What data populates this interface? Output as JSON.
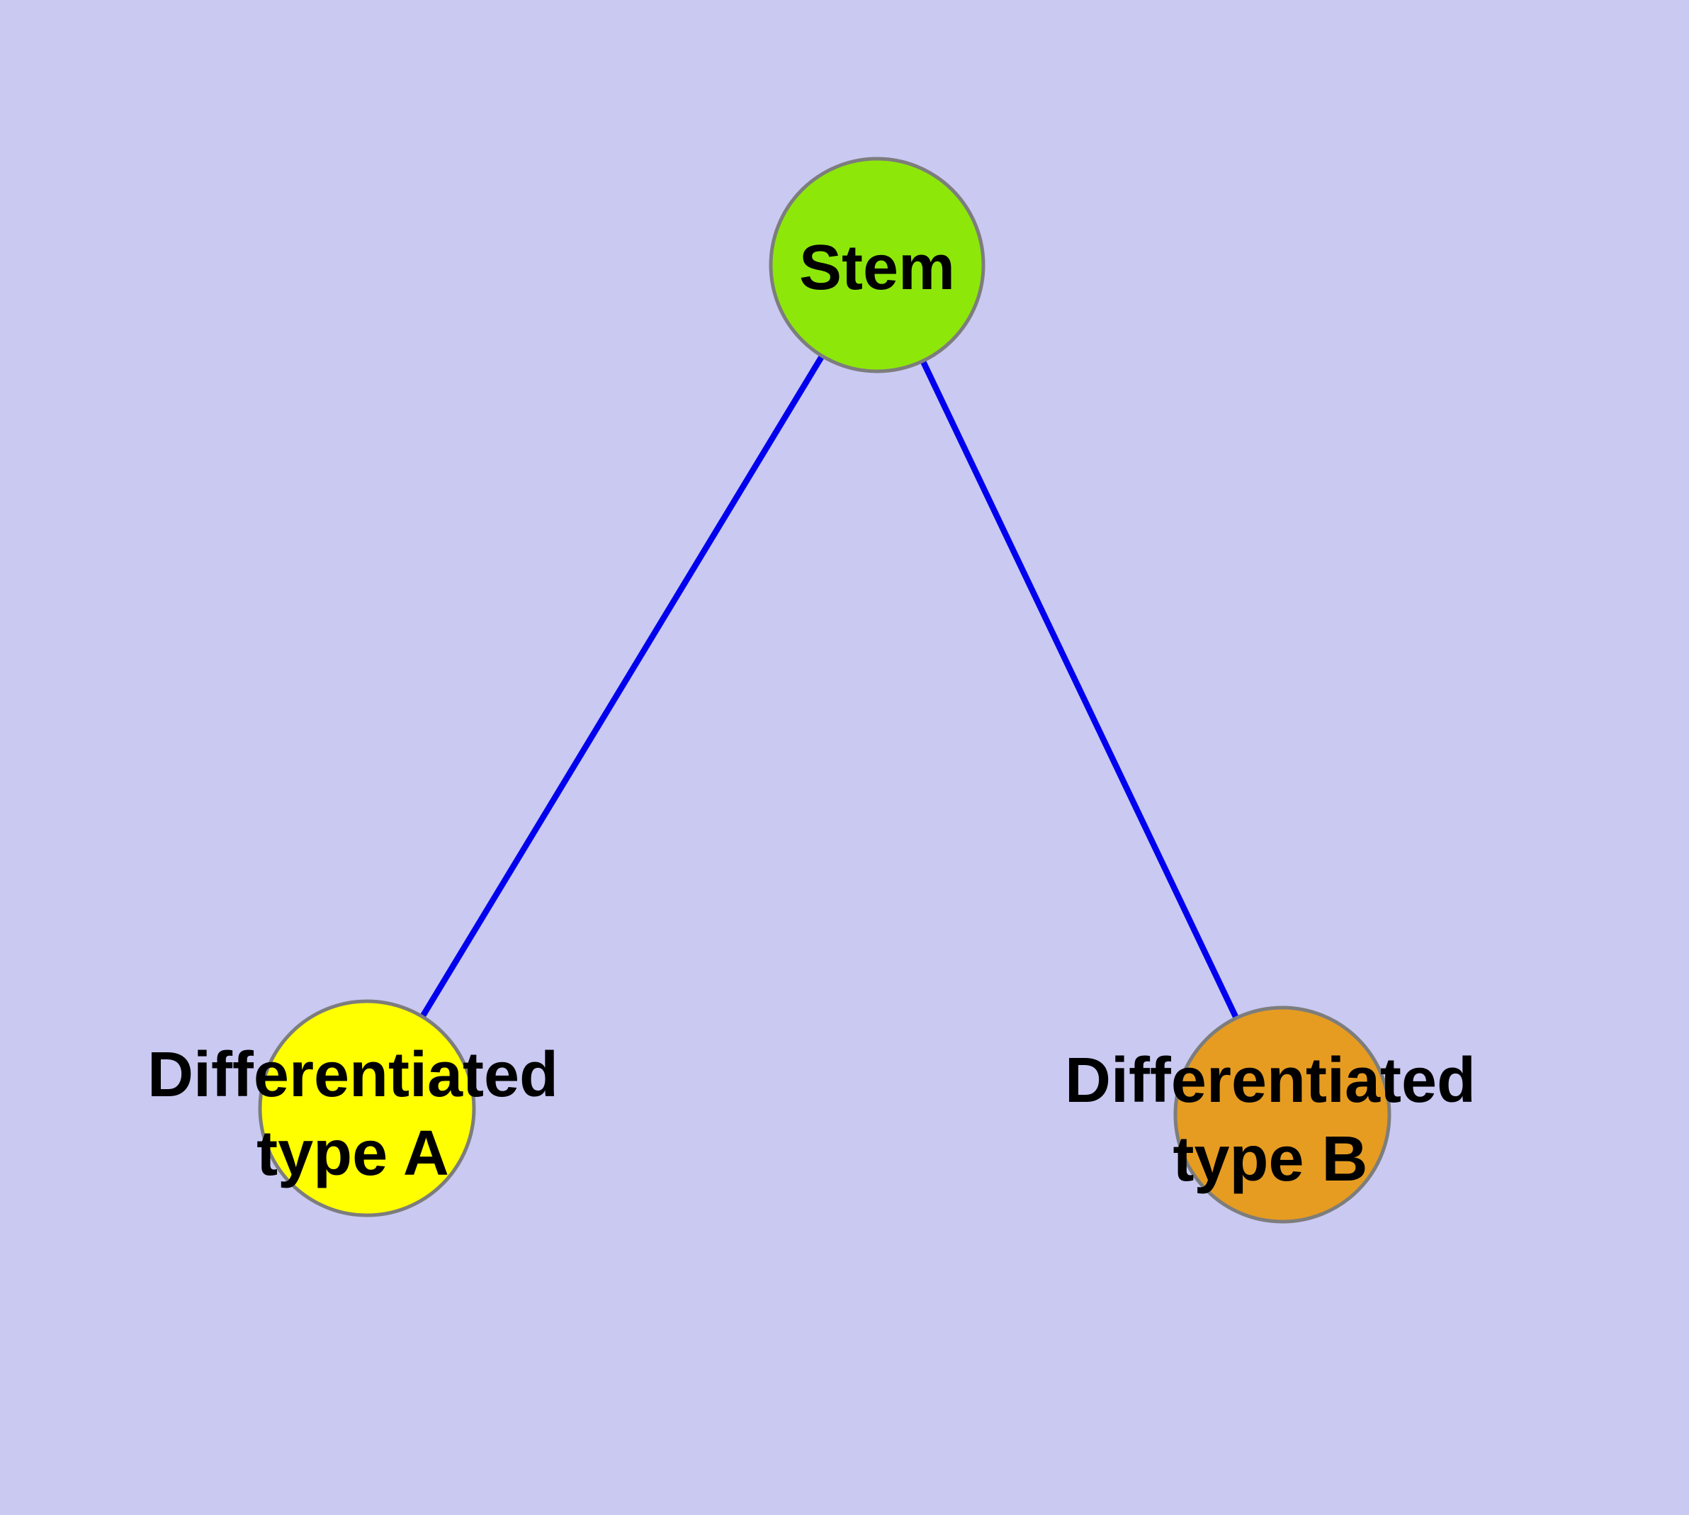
{
  "diagram": {
    "background_color": "#C9C9F2",
    "edge_color": "#0000EE",
    "node_border_color": "#7D7D7D",
    "text_color": "#000000",
    "nodes": [
      {
        "id": "stem",
        "label": "Stem",
        "fill": "#8DE80A"
      },
      {
        "id": "differentiated-type-a",
        "label_line1": "Differentiated",
        "label_line2": "type A",
        "fill": "#FFFF00"
      },
      {
        "id": "differentiated-type-b",
        "label_line1": "Differentiated",
        "label_line2": "type B",
        "fill": "#E69C21"
      }
    ],
    "edges": [
      {
        "from": "stem",
        "to": "differentiated-type-a"
      },
      {
        "from": "stem",
        "to": "differentiated-type-b"
      }
    ]
  }
}
